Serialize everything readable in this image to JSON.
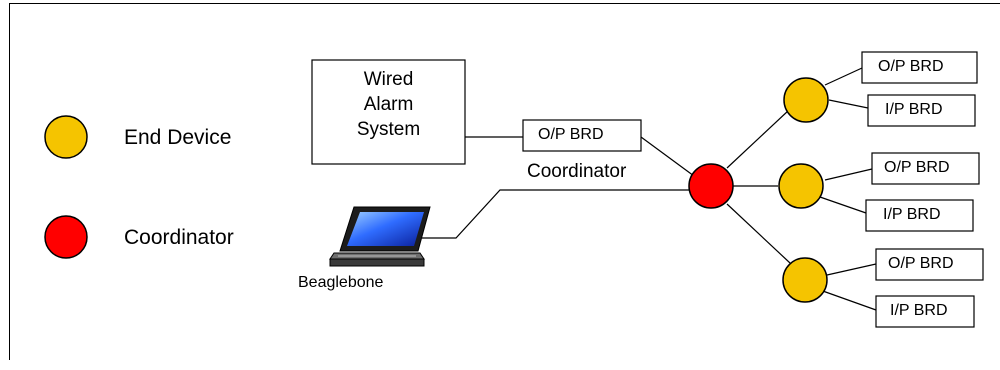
{
  "legend": {
    "end_device_label": "End Device",
    "coordinator_label": "Coordinator",
    "end_device_color": "#f5c400",
    "coordinator_color": "#ff0000"
  },
  "alarm_system": {
    "line1": "Wired",
    "line2": "Alarm",
    "line3": "System"
  },
  "coordinator_board": "O/P BRD",
  "coordinator_caption": "Coordinator",
  "laptop_label": "Beaglebone",
  "end_devices": [
    {
      "op_label": "O/P BRD",
      "ip_label": "I/P BRD"
    },
    {
      "op_label": "O/P BRD",
      "ip_label": "I/P BRD"
    },
    {
      "op_label": "O/P BRD",
      "ip_label": "I/P BRD"
    }
  ]
}
